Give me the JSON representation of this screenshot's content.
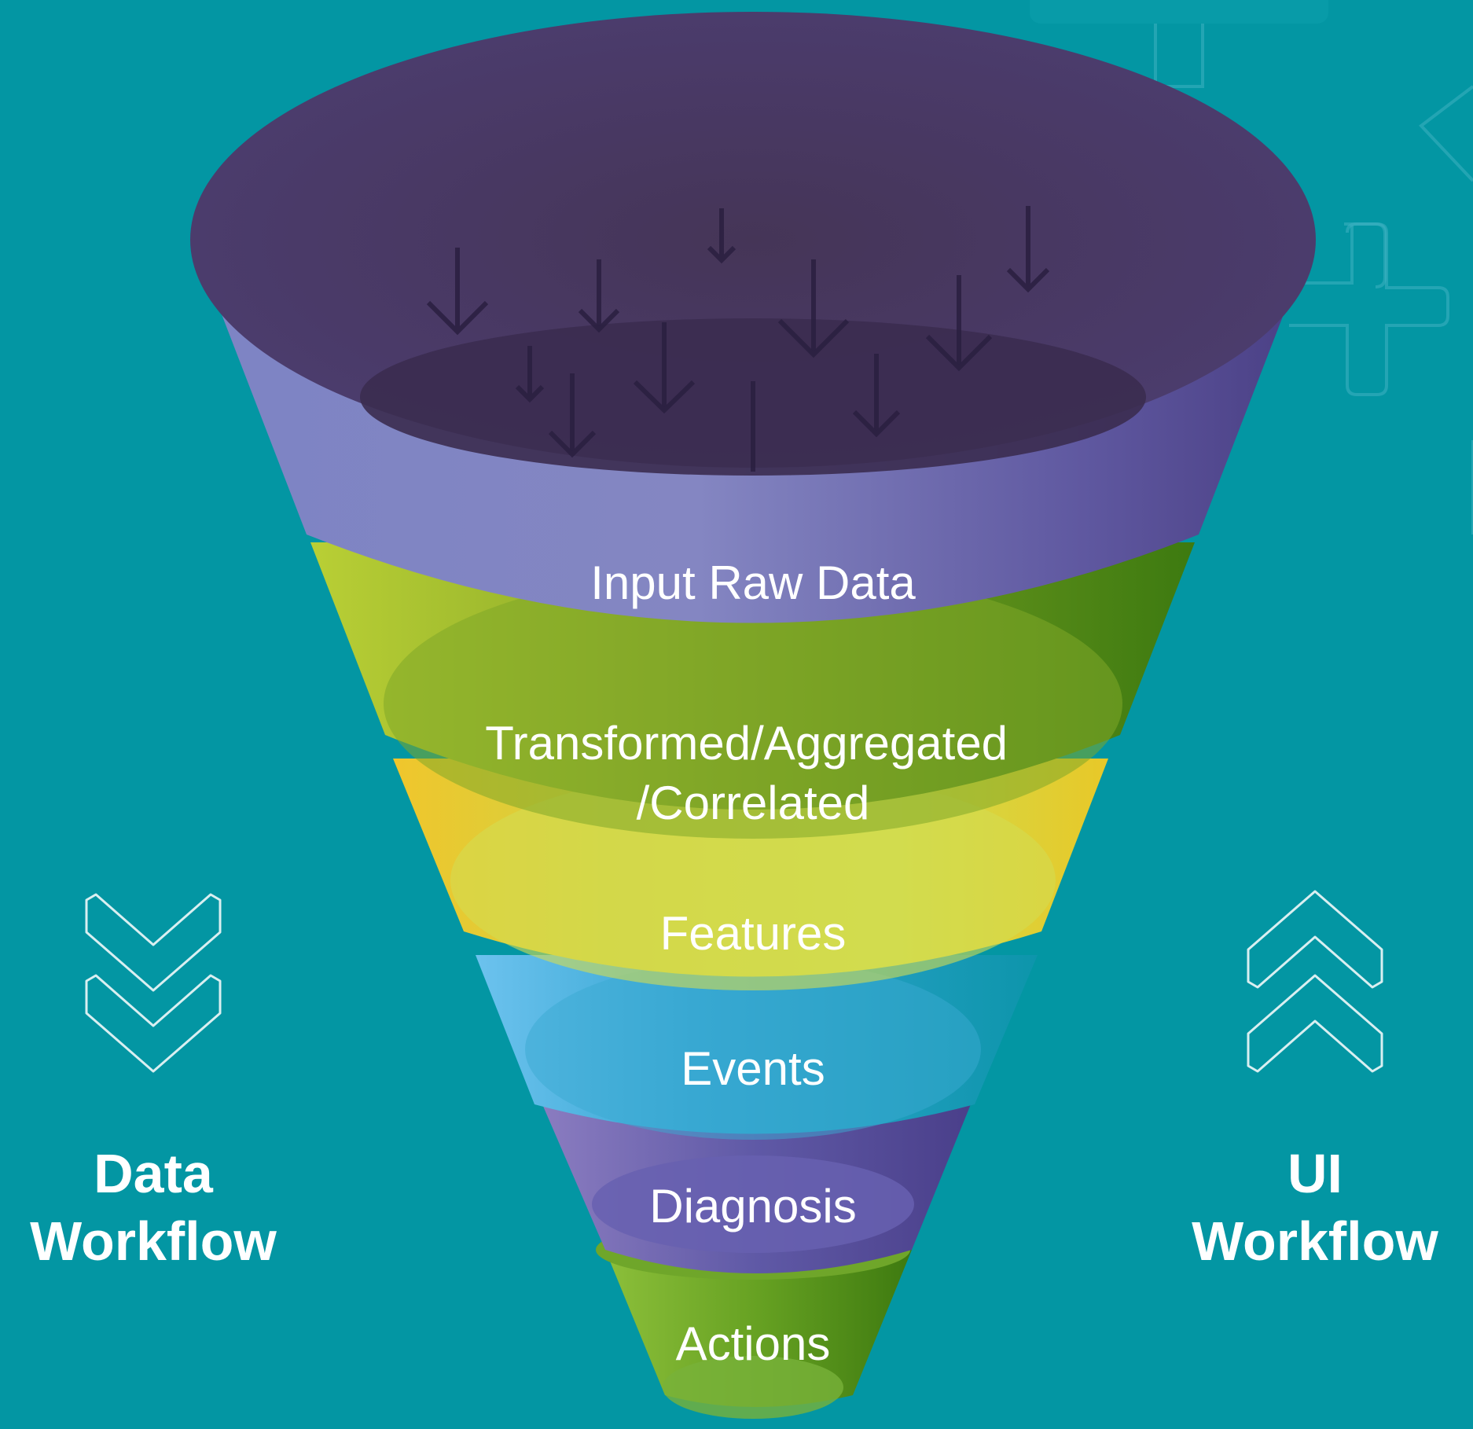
{
  "colors": {
    "background": "#0396a3",
    "text": "#ffffff",
    "purple": "#7a7ec0",
    "green": "#6a9b20",
    "yellow": "#c8d84a",
    "blue": "#33a8d0",
    "violet": "#5e5ba8",
    "funnel_top": "#4a3a66"
  },
  "funnel": {
    "stages": [
      {
        "label": "Input Raw Data"
      },
      {
        "label_lines": [
          "Transformed/Aggregated",
          "/Correlated"
        ]
      },
      {
        "label": "Features"
      },
      {
        "label": "Events"
      },
      {
        "label": "Diagnosis"
      },
      {
        "label": "Actions"
      }
    ]
  },
  "left_panel": {
    "icon": "double-chevron-down-icon",
    "label_lines": [
      "Data",
      "Workflow"
    ]
  },
  "right_panel": {
    "icon": "double-chevron-up-icon",
    "label_lines": [
      "UI",
      "Workflow"
    ]
  }
}
